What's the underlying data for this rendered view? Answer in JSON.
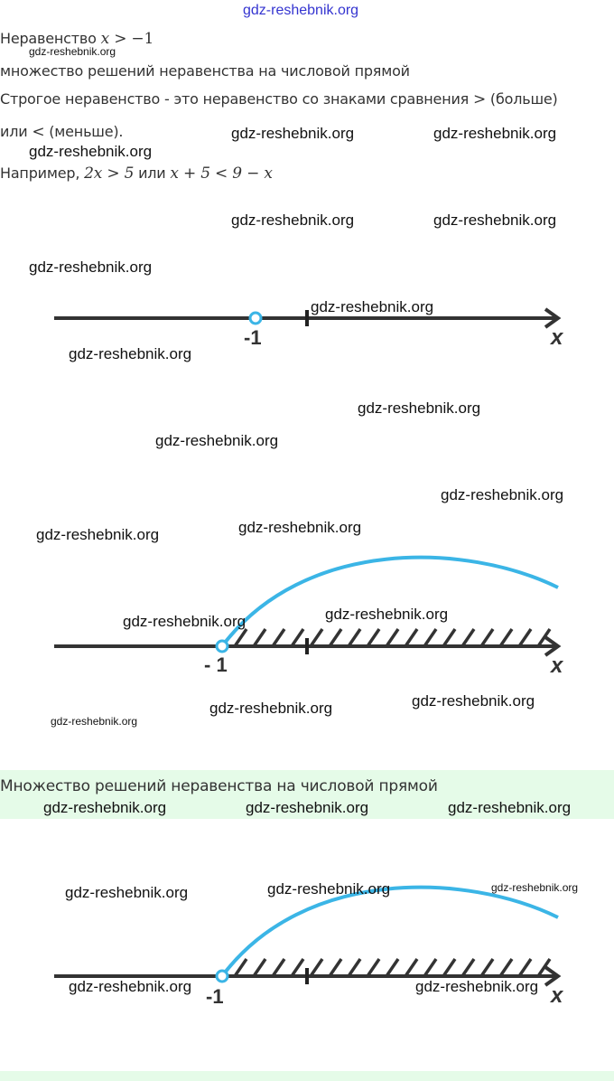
{
  "header_link": "gdz-reshebnik.org",
  "content": {
    "line1_text": "Неравенство ",
    "line1_math_var": "x",
    "line1_math_rest": " > −1",
    "line2": "множество решений неравенства на числовой прямой",
    "line3_text": "Строгое неравенство - это неравенство со знаками сравнения ",
    "line3_gt": ">",
    "line3_rest": " (больше)",
    "line4_prefix": "или ",
    "line4_lt": "<",
    "line4_rest": " (меньше).",
    "line5_text": "Например, ",
    "line5_math1": "2x > 5",
    "line5_or": " или ",
    "line5_math2": "x + 5 < 9 − x",
    "section_title": "Множество решений неравенства на числовой прямой"
  },
  "diagrams": [
    {
      "point_label": "-1",
      "axis_label": "x",
      "open_point": -1,
      "shaded": false
    },
    {
      "point_label": "- 1",
      "axis_label": "x",
      "open_point": -1,
      "shaded": true
    },
    {
      "point_label": "-1",
      "axis_label": "x",
      "open_point": -1,
      "shaded": true
    }
  ],
  "watermark": "gdz-reshebnik.org",
  "colors": {
    "accent": "#3bb5e6",
    "band": "#e5fbe8",
    "link": "#3434d0",
    "axis": "#333333"
  }
}
